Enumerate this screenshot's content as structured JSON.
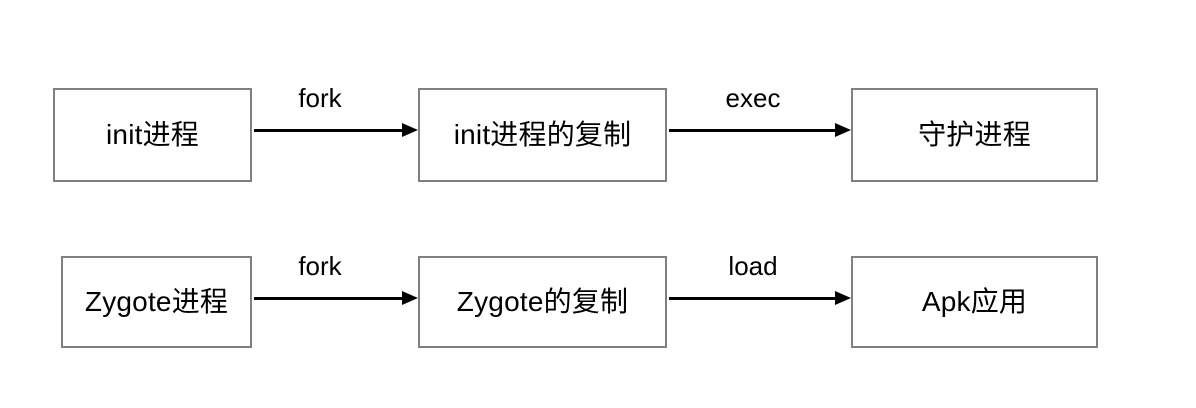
{
  "diagram": {
    "type": "flowchart",
    "background_color": "#ffffff",
    "node_border_color": "#808080",
    "text_color": "#000000",
    "arrow_color": "#000000",
    "rows": [
      {
        "name": "init-process-flow",
        "nodes": [
          {
            "id": "init",
            "label": "init进程"
          },
          {
            "id": "init-copy",
            "label": "init进程的复制"
          },
          {
            "id": "daemon",
            "label": "守护进程"
          }
        ],
        "edges": [
          {
            "id": "fork-1",
            "label": "fork",
            "from": "init",
            "to": "init-copy"
          },
          {
            "id": "exec",
            "label": "exec",
            "from": "init-copy",
            "to": "daemon"
          }
        ]
      },
      {
        "name": "zygote-process-flow",
        "nodes": [
          {
            "id": "zygote",
            "label": "Zygote进程"
          },
          {
            "id": "zygote-copy",
            "label": "Zygote的复制"
          },
          {
            "id": "apk",
            "label": "Apk应用"
          }
        ],
        "edges": [
          {
            "id": "fork-2",
            "label": "fork",
            "from": "zygote",
            "to": "zygote-copy"
          },
          {
            "id": "load",
            "label": "load",
            "from": "zygote-copy",
            "to": "apk"
          }
        ]
      }
    ]
  }
}
